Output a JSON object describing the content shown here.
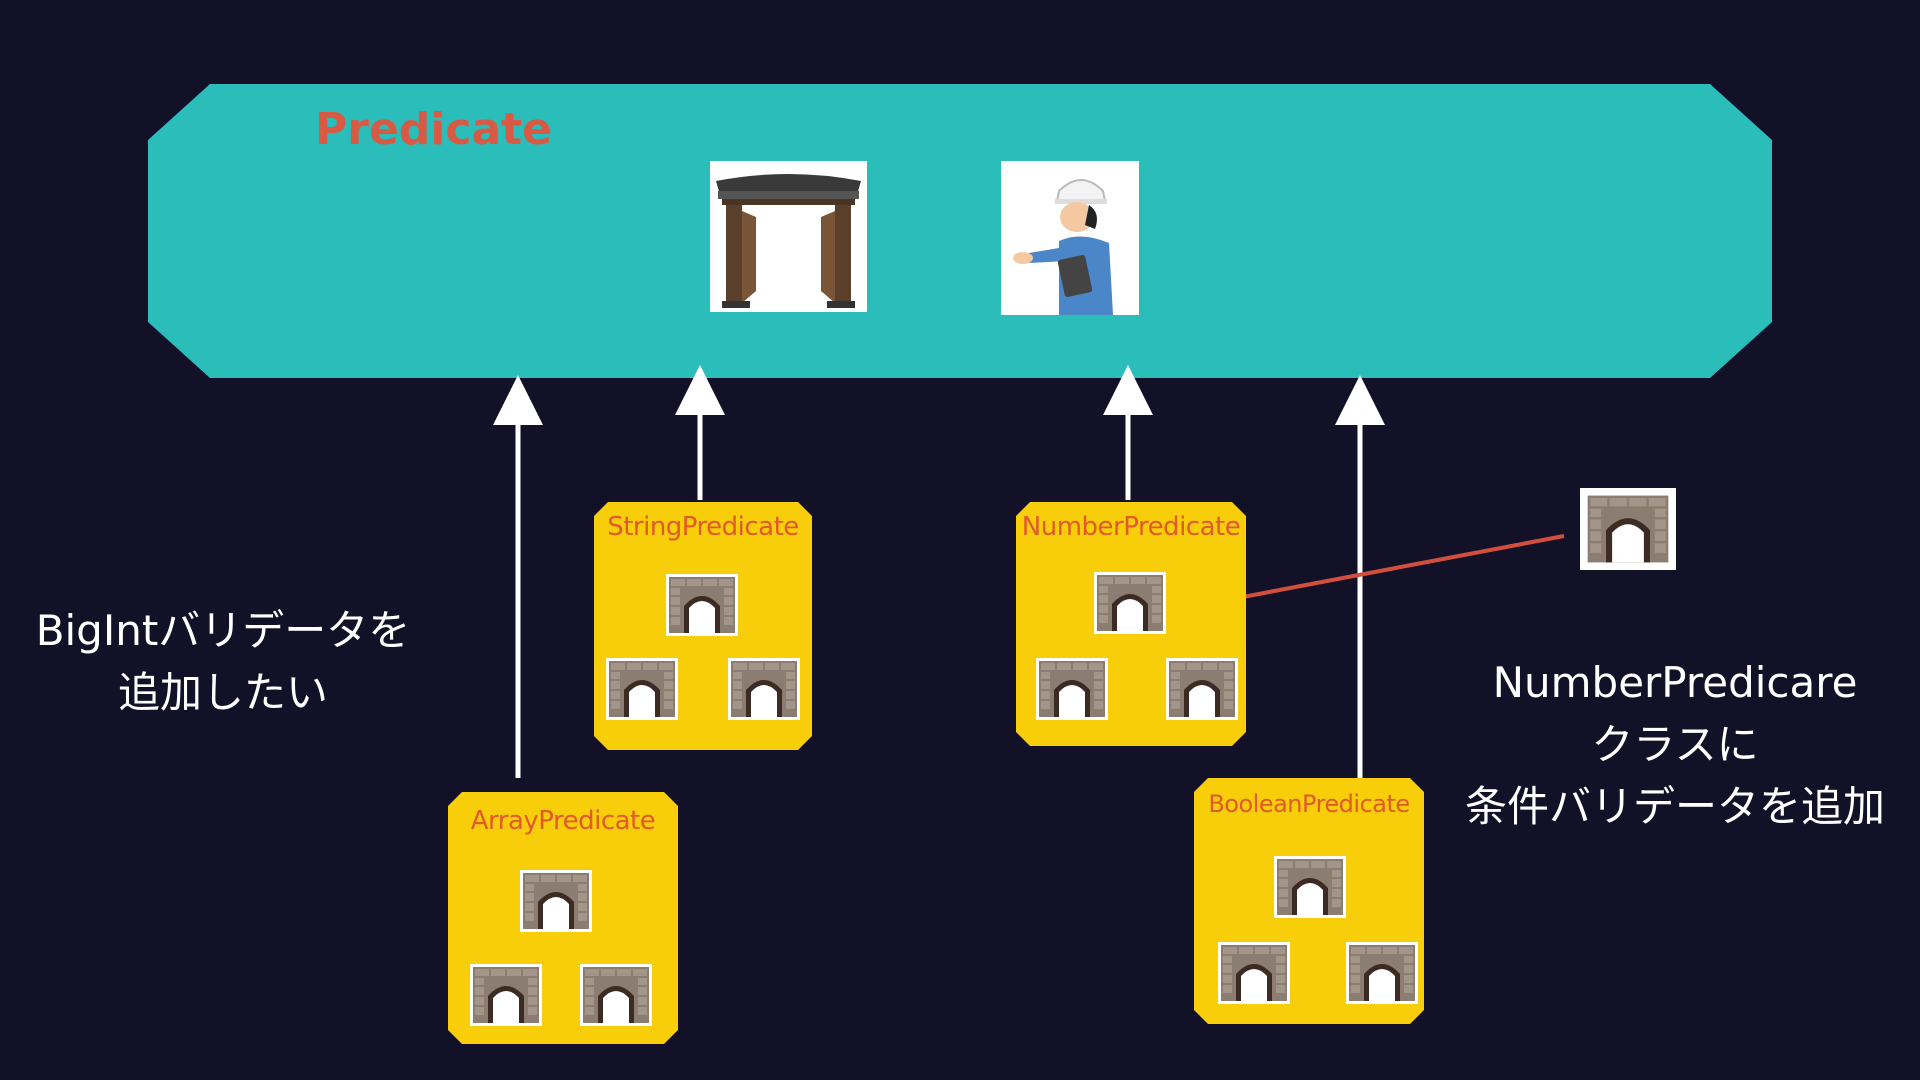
{
  "base_class": {
    "label": "Predicate",
    "fill": "#2bbdb9",
    "icons": [
      "gate-icon",
      "inspector-worker-icon"
    ]
  },
  "subclasses": [
    {
      "label": "StringPredicate",
      "fill": "#f8cd0a"
    },
    {
      "label": "NumberPredicate",
      "fill": "#f8cd0a"
    },
    {
      "label": "ArrayPredicate",
      "fill": "#f8cd0a"
    },
    {
      "label": "BooleanPredicate",
      "fill": "#f8cd0a"
    }
  ],
  "notes": {
    "left": [
      "BigIntバリデータを",
      "追加したい"
    ],
    "right": [
      "NumberPredicare",
      "クラスに",
      "条件バリデータを追加"
    ]
  },
  "colors": {
    "background": "#121127",
    "inherit_arrow": "#ffffff",
    "add_arrow": "#d24f3e",
    "label_text": "#e2592a"
  }
}
